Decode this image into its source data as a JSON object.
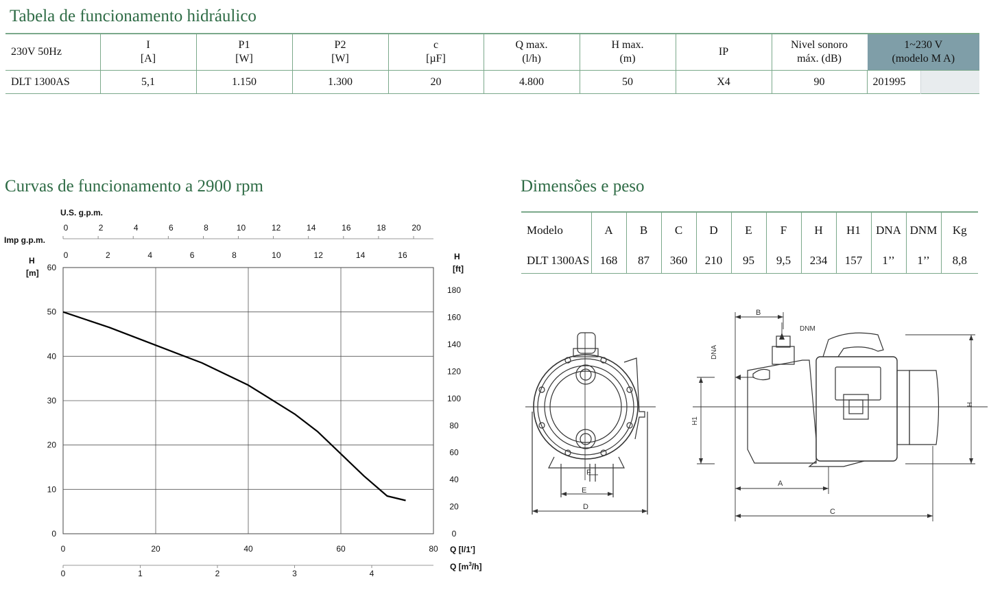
{
  "hydraulic": {
    "title": "Tabela de funcionamento hidráulico",
    "headers": [
      {
        "l1": "230V 50Hz",
        "l2": ""
      },
      {
        "l1": "I",
        "l2": "[A]"
      },
      {
        "l1": "P1",
        "l2": "[W]"
      },
      {
        "l1": "P2",
        "l2": "[W]"
      },
      {
        "l1": "c",
        "l2": "[µF]"
      },
      {
        "l1": "Q max.",
        "l2": "(l/h)"
      },
      {
        "l1": "H max.",
        "l2": "(m)"
      },
      {
        "l1": "IP",
        "l2": ""
      },
      {
        "l1": "Nivel sonoro",
        "l2": "máx. (dB)"
      },
      {
        "l1": "1~230  V",
        "l2": "(modelo  M A)"
      }
    ],
    "row": [
      "DLT 1300AS",
      "5,1",
      "1.150",
      "1.300",
      "20",
      "4.800",
      "50",
      "X4",
      "90",
      "201995"
    ]
  },
  "curves": {
    "title": "Curvas de funcionamento a 2900  rpm"
  },
  "dimensions": {
    "title": "Dimensões  e  peso",
    "headers": [
      "Modelo",
      "A",
      "B",
      "C",
      "D",
      "E",
      "F",
      "H",
      "H1",
      "DNA",
      "DNM",
      "Kg"
    ],
    "row": [
      "DLT 1300AS",
      "168",
      "87",
      "360",
      "210",
      "95",
      "9,5",
      "234",
      "157",
      "1’’",
      "1’’",
      "8,8"
    ]
  },
  "drawing_labels": {
    "B": "B",
    "DNM": "DNM",
    "DNA": "DNA",
    "H1": "H1",
    "H": "H",
    "A": "A",
    "C": "C",
    "D": "D",
    "E": "E",
    "F": "F"
  },
  "chart_data": {
    "type": "line",
    "title": "",
    "xlabel": "Q [l/1']",
    "ylabel": "H [m]",
    "ylabel_l1": "H",
    "ylabel_l2": "[m]",
    "y2label_l1": "H",
    "y2label_l2": "[ft]",
    "x2label": "Q [m³/h]",
    "x2label_main": "Q [m",
    "x2label_sup": "3",
    "x2label_end": "/h]",
    "usgpm_label": "U.S. g.p.m.",
    "impgpm_label": "Imp g.p.m.",
    "xlim": [
      0,
      80
    ],
    "ylim": [
      0,
      60
    ],
    "grid": true,
    "x_ticks": [
      "0",
      "20",
      "40",
      "60",
      "80"
    ],
    "y_ticks": [
      "0",
      "10",
      "20",
      "30",
      "40",
      "50",
      "60"
    ],
    "y2_ticks": [
      "0",
      "20",
      "40",
      "60",
      "80",
      "100",
      "120",
      "140",
      "160",
      "180"
    ],
    "m3h_ticks": [
      "0",
      "1",
      "2",
      "3",
      "4"
    ],
    "usgpm_ticks": [
      "0",
      "2",
      "4",
      "6",
      "8",
      "10",
      "12",
      "14",
      "16",
      "18",
      "20"
    ],
    "impgpm_ticks": [
      "0",
      "2",
      "4",
      "6",
      "8",
      "10",
      "12",
      "14",
      "16"
    ],
    "series": [
      {
        "x": [
          0,
          10,
          20,
          30,
          40,
          50,
          55,
          60,
          65,
          70,
          74
        ],
        "y": [
          50,
          46.5,
          42.5,
          38.5,
          33.5,
          27,
          23,
          18,
          13,
          8.5,
          7.5
        ]
      }
    ],
    "line_color": "#000000",
    "grid_color": "#555555"
  }
}
